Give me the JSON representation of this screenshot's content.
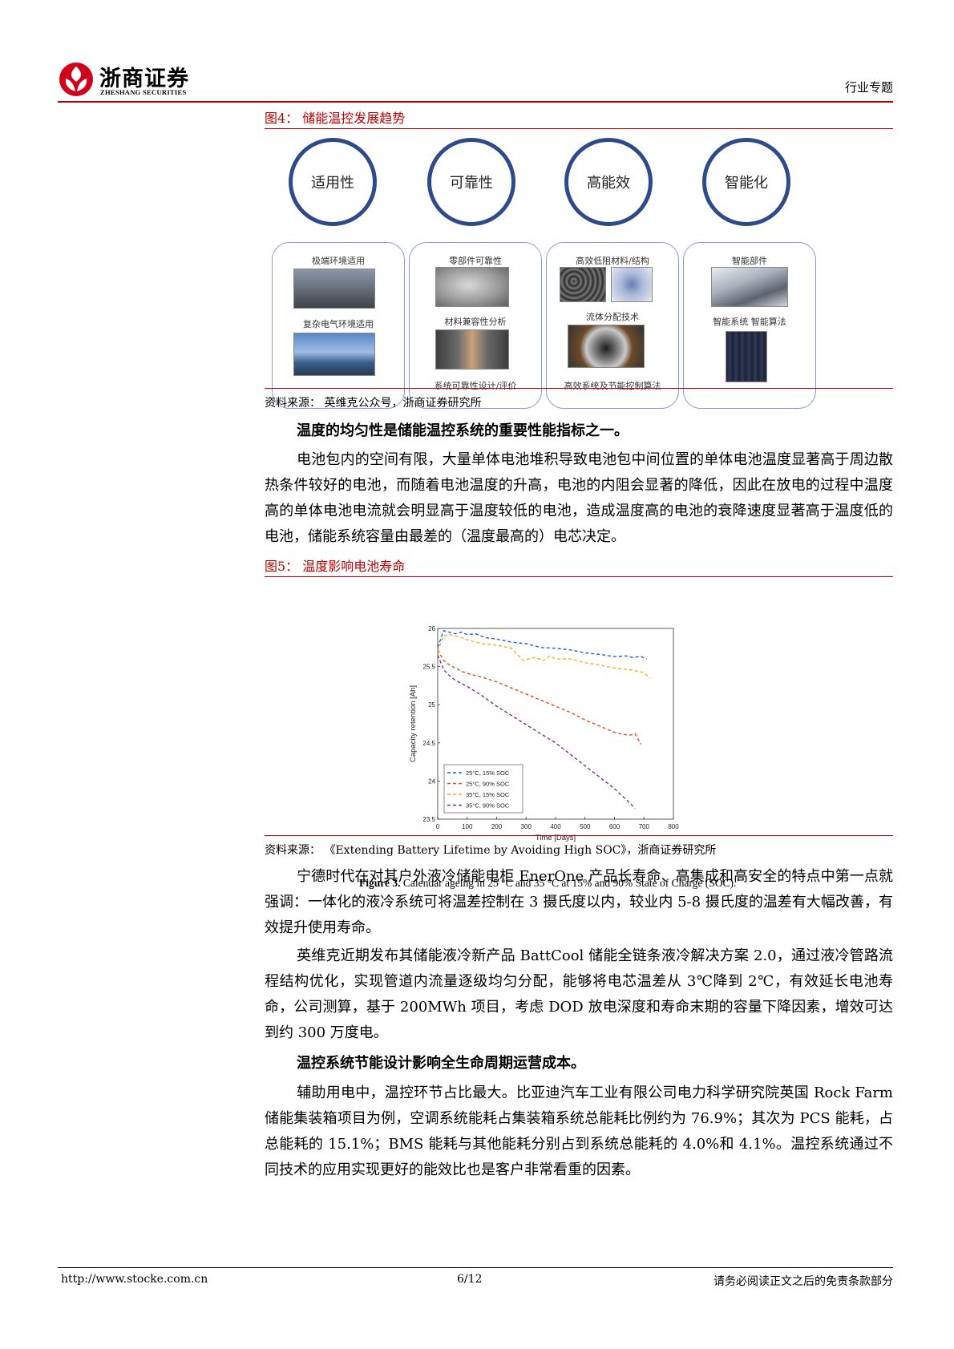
{
  "header": {
    "logo_cn": "浙商证券",
    "logo_en": "ZHESHANG SECURITIES",
    "doc_type": "行业专题",
    "brand_color": "#c00000"
  },
  "figure4": {
    "title": "图4：  储能温控发展趋势",
    "circles": [
      "适用性",
      "可靠性",
      "高能效",
      "智能化"
    ],
    "cards": [
      {
        "label_top": "极端环境适用",
        "label_mid": "复杂电气环境适用",
        "label_bottom": ""
      },
      {
        "label_top": "零部件可靠性",
        "label_mid": "材料兼容性分析",
        "label_bottom": "系统可靠性设计/评价"
      },
      {
        "label_top": "高效低阻材料/结构",
        "label_mid": "流体分配技术",
        "label_bottom": "高效系统及节能控制算法"
      },
      {
        "label_top": "智能部件",
        "label_mid": "智能系统  智能算法",
        "label_bottom": ""
      }
    ],
    "source": "资料来源：  英维克公众号，浙商证券研究所"
  },
  "section1": {
    "heading": "温度的均匀性是储能温控系统的重要性能指标之一。",
    "paragraph": "电池包内的空间有限，大量单体电池堆积导致电池包中间位置的单体电池温度显著高于周边散热条件较好的电池，而随着电池温度的升高，电池的内阻会显著的降低，因此在放电的过程中温度高的单体电池电流就会明显高于温度较低的电池，造成温度高的电池的衰降速度显著高于温度低的电池，储能系统容量由最差的（温度最高的）电芯决定。"
  },
  "figure5": {
    "title": "图5：  温度影响电池寿命",
    "caption_bold": "Figure 3.",
    "caption_rest": " Calendar ageing in 25 °C and 35 °C at 15% and 90% State of Charge (SOC).",
    "source": "资料来源：  《Extending Battery Lifetime by Avoiding High SOC》，浙商证券研究所"
  },
  "chart_data": {
    "type": "line",
    "title": "",
    "xlabel": "Time [Days]",
    "ylabel": "Capacity retention [Ah]",
    "xlim": [
      0,
      800
    ],
    "ylim": [
      23.5,
      26
    ],
    "xticks": [
      0,
      100,
      200,
      300,
      400,
      500,
      600,
      700,
      800
    ],
    "yticks": [
      23.5,
      24,
      24.5,
      25,
      25.5,
      26
    ],
    "grid": false,
    "legend_position": "bottom-left",
    "series": [
      {
        "name": "25°C, 15% SOC",
        "color": "#1f5fd6",
        "x": [
          0,
          20,
          40,
          60,
          80,
          100,
          130,
          160,
          200,
          250,
          300,
          350,
          400,
          450,
          500,
          550,
          600,
          640,
          660,
          690,
          710
        ],
        "y": [
          25.75,
          25.97,
          25.95,
          25.93,
          25.95,
          25.92,
          25.93,
          25.88,
          25.86,
          25.82,
          25.8,
          25.75,
          25.74,
          25.72,
          25.68,
          25.66,
          25.63,
          25.64,
          25.62,
          25.63,
          25.6
        ]
      },
      {
        "name": "25°C, 90% SOC",
        "color": "#d9541a",
        "x": [
          0,
          20,
          40,
          60,
          80,
          100,
          150,
          200,
          250,
          300,
          350,
          400,
          450,
          500,
          550,
          600,
          620,
          650,
          670,
          690
        ],
        "y": [
          25.72,
          25.58,
          25.52,
          25.48,
          25.44,
          25.41,
          25.36,
          25.3,
          25.22,
          25.14,
          25.06,
          24.98,
          24.9,
          24.8,
          24.72,
          24.64,
          24.62,
          24.6,
          24.62,
          24.48
        ]
      },
      {
        "name": "35°C, 15% SOC",
        "color": "#edb120",
        "x": [
          0,
          20,
          40,
          60,
          80,
          100,
          150,
          200,
          250,
          290,
          310,
          330,
          360,
          380,
          400,
          450,
          500,
          550,
          600,
          650,
          700,
          720
        ],
        "y": [
          25.7,
          25.9,
          25.92,
          25.9,
          25.88,
          25.85,
          25.8,
          25.78,
          25.74,
          25.58,
          25.6,
          25.62,
          25.58,
          25.64,
          25.6,
          25.6,
          25.55,
          25.52,
          25.48,
          25.46,
          25.42,
          25.35
        ]
      },
      {
        "name": "35°C, 90% SOC",
        "color": "#7e2f8e",
        "x": [
          0,
          20,
          40,
          60,
          80,
          100,
          150,
          200,
          250,
          300,
          350,
          400,
          450,
          500,
          550,
          600,
          650,
          670
        ],
        "y": [
          25.65,
          25.46,
          25.38,
          25.32,
          25.28,
          25.24,
          25.12,
          24.98,
          24.86,
          24.74,
          24.62,
          24.5,
          24.35,
          24.2,
          24.05,
          23.9,
          23.72,
          23.64
        ]
      }
    ]
  },
  "section2": {
    "p1": "宁德时代在对其户外液冷储能电柜 EnerOne 产品长寿命、高集成和高安全的特点中第一点就强调：一体化的液冷系统可将温差控制在 3 摄氏度以内，较业内 5-8 摄氏度的温差有大幅改善，有效提升使用寿命。",
    "p2": "英维克近期发布其储能液冷新产品 BattCool 储能全链条液冷解决方案 2.0，通过液冷管路流程结构优化，实现管道内流量逐级均匀分配，能够将电芯温差从 3℃降到 2℃，有效延长电池寿命，公司测算，基于 200MWh 项目，考虑 DOD 放电深度和寿命末期的容量下降因素，增效可达到约 300 万度电。"
  },
  "section3": {
    "heading": "温控系统节能设计影响全生命周期运营成本。",
    "paragraph": "辅助用电中，温控环节占比最大。比亚迪汽车工业有限公司电力科学研究院英国 Rock Farm 储能集装箱项目为例，空调系统能耗占集装箱系统总能耗比例约为 76.9%；其次为 PCS 能耗，占总能耗的 15.1%；BMS 能耗与其他能耗分别占到系统总能耗的 4.0%和 4.1%。温控系统通过不同技术的应用实现更好的能效比也是客户非常看重的因素。"
  },
  "footer": {
    "url": "http://www.stocke.com.cn",
    "page": "6/12",
    "disclaimer": "请务必阅读正文之后的免责条款部分"
  }
}
